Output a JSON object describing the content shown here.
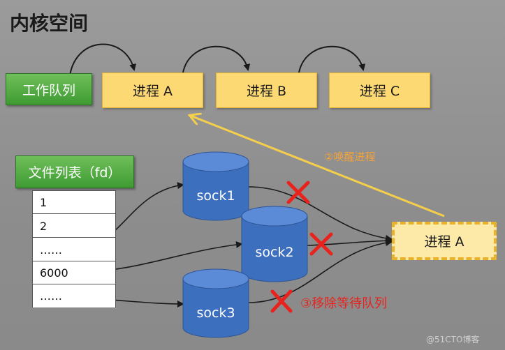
{
  "title": "内核空间",
  "work_queue": {
    "label": "工作队列",
    "processes": [
      "进程 A",
      "进程 B",
      "进程 C"
    ]
  },
  "file_list": {
    "header": "文件列表（fd）",
    "rows": [
      "1",
      "2",
      "……",
      "6000",
      "……"
    ]
  },
  "sockets": [
    "sock1",
    "sock2",
    "sock3"
  ],
  "blocked_process": "进程 A",
  "notes": {
    "wake": "②唤醒进程",
    "remove": "③移除等待队列"
  },
  "watermark": "@51CTO博客",
  "colors": {
    "green": "#4ea83e",
    "yellow": "#fcd973",
    "blue": "#3d6fbf",
    "red": "#e8231d",
    "orange": "#f2a23a"
  }
}
